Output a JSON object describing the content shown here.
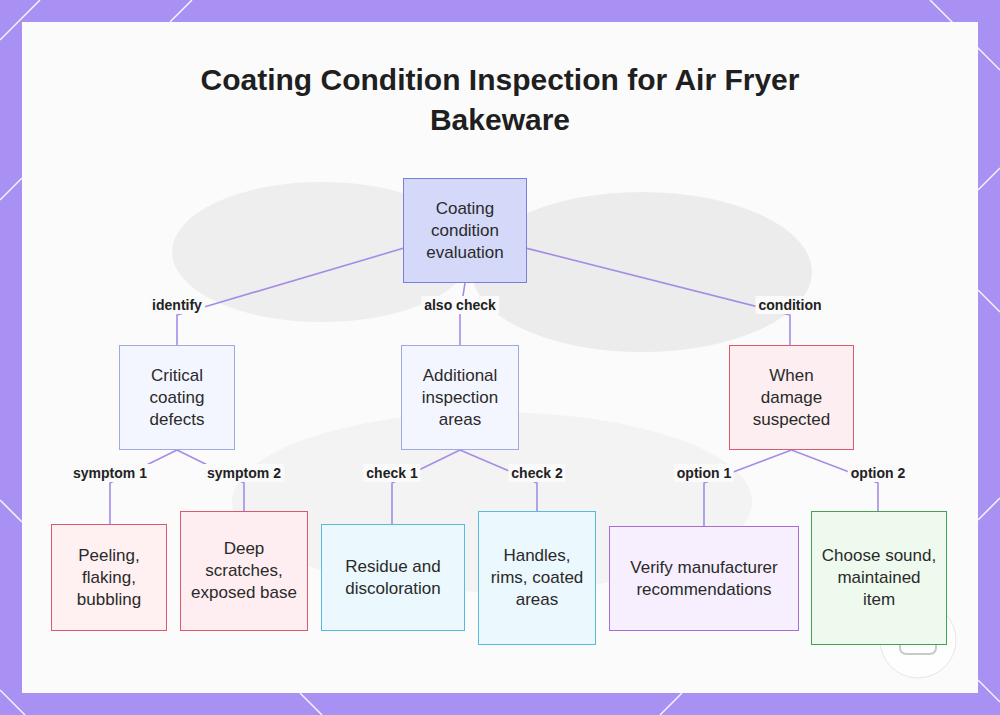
{
  "diagram": {
    "title": "Coating Condition Inspection for Air Fryer Bakeware",
    "nodes": [
      {
        "text": [
          "Coating condition evaluation"
        ]
      },
      {
        "text": [
          "Critical coating defects"
        ]
      },
      {
        "text": [
          "Additional inspection areas"
        ]
      },
      {
        "text": [
          "When damage suspected"
        ]
      },
      {
        "text": [
          "Peeling, flaking, bubbling"
        ]
      },
      {
        "text": [
          "Deep scratches, exposed base"
        ]
      },
      {
        "text": [
          "Residue and discoloration"
        ]
      },
      {
        "text": [
          "Handles, rims, coated areas"
        ]
      },
      {
        "text": [
          "Verify manufacturer recommendations"
        ]
      },
      {
        "text": [
          "Choose sound, maintained item"
        ]
      }
    ],
    "edges": [
      {
        "from": 0,
        "to": 1,
        "label": "identify",
        "arrow": "none"
      },
      {
        "from": 0,
        "to": 2,
        "label": "also check",
        "arrow": "none"
      },
      {
        "from": 0,
        "to": 3,
        "label": "condition",
        "arrow": "none"
      },
      {
        "from": 1,
        "to": 4,
        "label": "symptom 1",
        "arrow": "none"
      },
      {
        "from": 1,
        "to": 5,
        "label": "symptom 2",
        "arrow": "none"
      },
      {
        "from": 2,
        "to": 6,
        "label": "check 1",
        "arrow": "none"
      },
      {
        "from": 2,
        "to": 7,
        "label": "check 2",
        "arrow": "none"
      },
      {
        "from": 3,
        "to": 8,
        "label": "option 1",
        "arrow": "none"
      },
      {
        "from": 3,
        "to": 9,
        "label": "option 2",
        "arrow": "none"
      }
    ]
  }
}
